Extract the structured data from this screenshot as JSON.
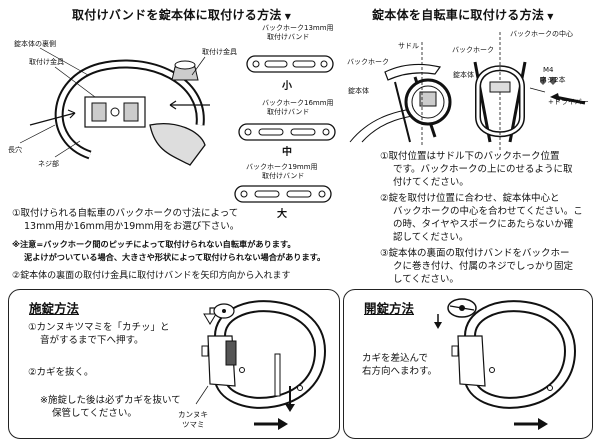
{
  "sections": {
    "band_title": "取付けバンドを錠本体に取付ける方法",
    "bike_title": "錠本体を自転車に取付ける方法",
    "lock_title": "施錠方法",
    "unlock_title": "開錠方法"
  },
  "band_diagram": {
    "labels": {
      "back": "錠本体の裏側",
      "bracket_left": "取付け金具",
      "bracket_right": "取付け金具",
      "long_hole": "長穴",
      "screw": "ネジ部"
    },
    "bands": [
      {
        "line1": "バックホーク13mm用",
        "line2": "取付けバンド",
        "size": "小"
      },
      {
        "line1": "バックホーク16mm用",
        "line2": "取付けバンド",
        "size": "中"
      },
      {
        "line1": "バックホーク19mm用",
        "line2": "取付けバンド",
        "size": "大"
      }
    ],
    "note1_line1": "①取付けられる自転車のバックホークの寸法によって",
    "note1_line2": "13mm用か16mm用か19mm用をお選び下さい。",
    "warning_line1": "※注意=バックホーク間のピッチによって取付けられない自転車があります。",
    "warning_line2": "泥よけがついている場合、大きさや形状によって取付けられない場合があります。",
    "note2": "②錠本体の裏面の取付け金具に取付けバンドを矢印方向から入れます"
  },
  "bike_diagram": {
    "labels": {
      "saddle": "サドル",
      "backfork": "バックホーク",
      "backfork_center": "バックホークの中心",
      "backfork_left": "バックホーク",
      "lock_body": "錠本体",
      "lock_body2": "錠本体",
      "m4": "M4",
      "screw2": "ネジ2本",
      "driver": "+ドライバー"
    },
    "steps": [
      [
        "①取付位置はサドル下のバックホーク位置",
        "です。バックホークの上にのせるように取",
        "付けてください。"
      ],
      [
        "②錠を取付け位置に合わせ、錠本体中心と",
        "バックホークの中心を合わせてください。こ",
        "の時、タイヤやスポークにあたらないか確",
        "認してください。"
      ],
      [
        "③錠本体の裏面の取付けバンドをバックホー",
        "クに巻き付け、付属のネジでしっかり固定",
        "してください。"
      ]
    ]
  },
  "lock_method": {
    "step1_line1": "①カンヌキツマミを「カチッ」と",
    "step1_line2": "音がするまで下へ押す。",
    "step2": "②カギを抜く。",
    "note_line1": "※施錠した後は必ずカギを抜いて",
    "note_line2": "保管してください。",
    "knob_label1": "カンヌキ",
    "knob_label2": "ツマミ"
  },
  "unlock_method": {
    "line1": "カギを差込んで",
    "line2": "右方向へまわす。"
  }
}
